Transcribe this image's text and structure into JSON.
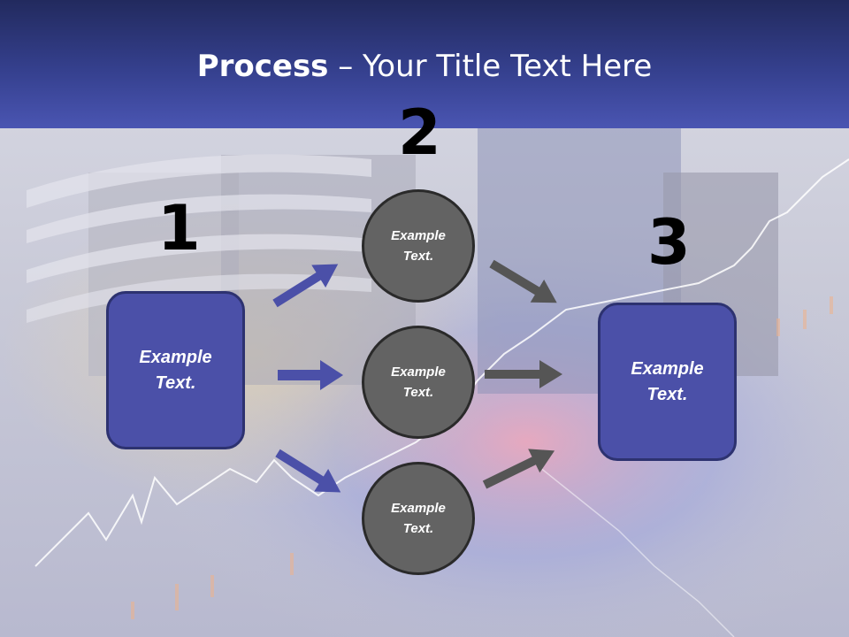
{
  "slide": {
    "title_bold": "Process",
    "title_rest": " – Your Title Text Here"
  },
  "steps": {
    "one": "1",
    "two": "2",
    "three": "3"
  },
  "left_box": {
    "text": "Example Text."
  },
  "right_box": {
    "text": "Example Text."
  },
  "circles": [
    {
      "text": "Example Text."
    },
    {
      "text": "Example Text."
    },
    {
      "text": "Example Text."
    }
  ],
  "colors": {
    "title_bar": "#35408e",
    "box_fill": "#4b50a8",
    "circle_fill": "#636363",
    "blue_arrow": "#4b50a8",
    "gray_arrow": "#555555"
  }
}
